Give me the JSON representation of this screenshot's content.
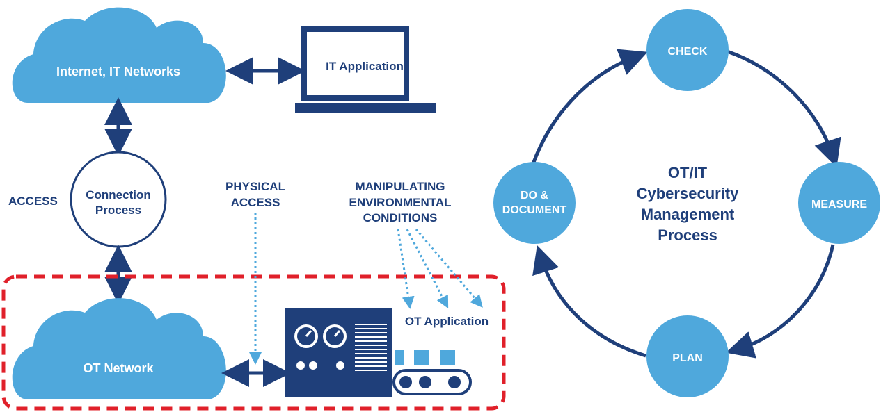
{
  "left_diagram": {
    "internet_cloud_label": "Internet, IT Networks",
    "it_application_label": "IT Application",
    "access_label": "ACCESS",
    "connection_process_line1": "Connection",
    "connection_process_line2": "Process",
    "physical_access_line1": "PHYSICAL",
    "physical_access_line2": "ACCESS",
    "manipulating_line1": "MANIPULATING",
    "manipulating_line2": "ENVIRONMENTAL",
    "manipulating_line3": "CONDITIONS",
    "ot_network_label": "OT Network",
    "ot_application_label": "OT Application"
  },
  "cycle": {
    "center_line1": "OT/IT",
    "center_line2": "Cybersecurity",
    "center_line3": "Management",
    "center_line4": "Process",
    "check_label": "CHECK",
    "measure_label": "MEASURE",
    "plan_label": "PLAN",
    "do_line1": "DO &",
    "do_line2": "DOCUMENT"
  },
  "colors": {
    "navy": "#1f3f7a",
    "light_blue": "#4fa8dc",
    "dashed_red": "#e0202a",
    "dotted_blue": "#4fa8dc"
  }
}
